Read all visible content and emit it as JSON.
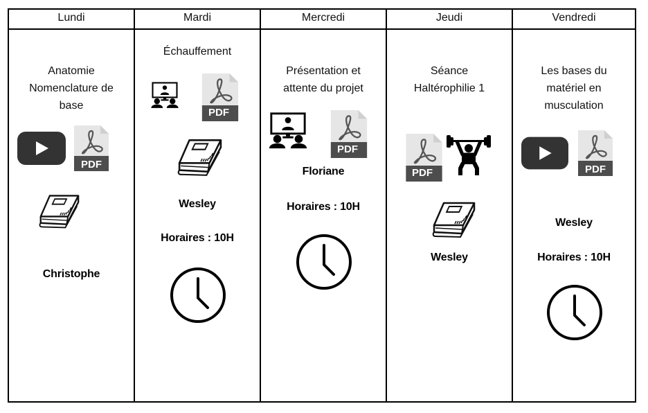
{
  "days": [
    {
      "header": "Lundi",
      "title_lines": [
        "Anatomie",
        "Nomenclature de",
        "base"
      ],
      "resources": [
        "youtube-video-icon",
        "pdf-file-icon",
        "book-icon"
      ],
      "instructor": "Christophe"
    },
    {
      "header": "Mardi",
      "title_lines": [
        "Échauffement"
      ],
      "resources": [
        "video-conference-icon",
        "pdf-file-icon",
        "book-icon",
        "clock-icon"
      ],
      "instructor": "Wesley",
      "schedule": "Horaires : 10H"
    },
    {
      "header": "Mercredi",
      "title_lines": [
        "Présentation et",
        "attente du projet"
      ],
      "resources": [
        "video-conference-icon",
        "pdf-file-icon",
        "clock-icon"
      ],
      "instructor": "Floriane",
      "schedule": "Horaires : 10H"
    },
    {
      "header": "Jeudi",
      "title_lines": [
        "Séance",
        "Haltérophilie 1"
      ],
      "resources": [
        "pdf-file-icon",
        "weightlifting-icon",
        "book-icon"
      ],
      "instructor": "Wesley"
    },
    {
      "header": "Vendredi",
      "title_lines": [
        "Les bases du",
        "matériel en",
        "musculation"
      ],
      "resources": [
        "youtube-video-icon",
        "pdf-file-icon",
        "clock-icon"
      ],
      "instructor": "Wesley",
      "schedule": "Horaires : 10H"
    }
  ],
  "icons": {
    "pdf_label": "PDF"
  },
  "colors": {
    "border": "#000000",
    "youtube_dark": "#333333",
    "pdf_page": "#e6e6e6",
    "pdf_band": "#4d4d4d"
  }
}
